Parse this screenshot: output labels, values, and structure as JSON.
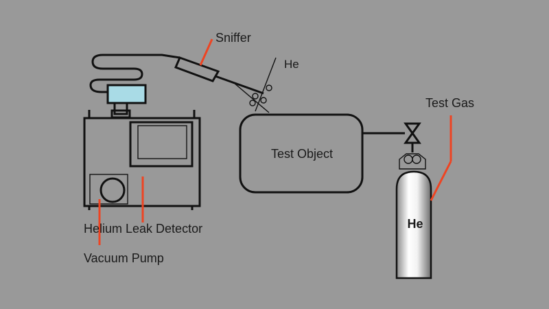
{
  "labels": {
    "sniffer": "Sniffer",
    "he_gas": "He",
    "test_gas": "Test Gas",
    "test_object": "Test Object",
    "cylinder": "He",
    "leak_detector": "Helium Leak Detector",
    "vacuum_pump": "Vacuum Pump"
  },
  "colors": {
    "background": "#999999",
    "line": "#111111",
    "callout": "#ee4422",
    "display": "#a9dbe6",
    "cylinder_white": "#ffffff",
    "cylinder_shade": "#7a7a7a"
  }
}
